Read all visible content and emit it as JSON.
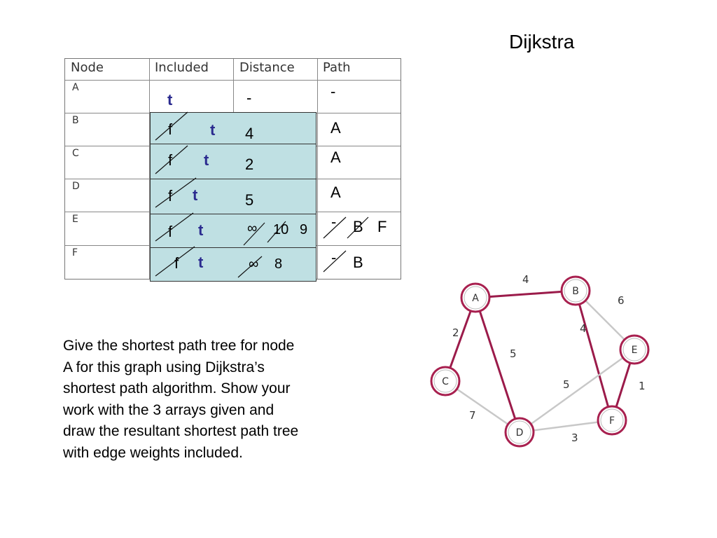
{
  "title": "Dijkstra",
  "table": {
    "headers": [
      "Node",
      "Included",
      "Distance",
      "Path"
    ],
    "nodes": [
      "A",
      "B",
      "C",
      "D",
      "E",
      "F"
    ],
    "rows": [
      {
        "included_old": "",
        "included_new": "t",
        "distance": "-",
        "path": "-"
      },
      {
        "included_old": "f",
        "included_new": "t",
        "distance": "4",
        "path": "A"
      },
      {
        "included_old": "f",
        "included_new": "t",
        "distance": "2",
        "path": "A"
      },
      {
        "included_old": "f",
        "included_new": "t",
        "distance": "5",
        "path": "A"
      },
      {
        "included_old": "f",
        "included_new": "t",
        "distance_struck": "∞",
        "distance_struck2": "10",
        "distance": "9",
        "path_struck": "-",
        "path_struck2": "B",
        "path": "F"
      },
      {
        "included_old": "f",
        "included_new": "t",
        "distance_struck": "∞",
        "distance": "8",
        "path_struck": "-",
        "path": "B"
      }
    ]
  },
  "question": [
    "Give the shortest path tree for node",
    "A for this graph using Dijkstra’s",
    "shortest path algorithm. Show your",
    "work with the 3 arrays given and",
    "draw the resultant shortest path tree",
    "with edge weights included."
  ],
  "graph": {
    "nodes": [
      {
        "id": "A",
        "label": "A"
      },
      {
        "id": "B",
        "label": "B"
      },
      {
        "id": "C",
        "label": "C"
      },
      {
        "id": "D",
        "label": "D"
      },
      {
        "id": "E",
        "label": "E"
      },
      {
        "id": "F",
        "label": "F"
      }
    ],
    "edges": [
      {
        "from": "A",
        "to": "B",
        "weight": "4",
        "in_tree": true
      },
      {
        "from": "A",
        "to": "C",
        "weight": "2",
        "in_tree": true
      },
      {
        "from": "A",
        "to": "D",
        "weight": "5",
        "in_tree": true
      },
      {
        "from": "B",
        "to": "E",
        "weight": "6",
        "in_tree": false
      },
      {
        "from": "B",
        "to": "F",
        "weight": "4",
        "in_tree": true
      },
      {
        "from": "C",
        "to": "D",
        "weight": "7",
        "in_tree": false
      },
      {
        "from": "D",
        "to": "E",
        "weight": "5",
        "in_tree": false
      },
      {
        "from": "D",
        "to": "F",
        "weight": "3",
        "in_tree": false
      },
      {
        "from": "E",
        "to": "F",
        "weight": "1",
        "in_tree": true
      }
    ],
    "colors": {
      "tree_edge": "#9b1b4a",
      "other_edge": "#c8c8c8",
      "node_ring": "#a8204f",
      "node_fill": "#ffffff"
    }
  }
}
